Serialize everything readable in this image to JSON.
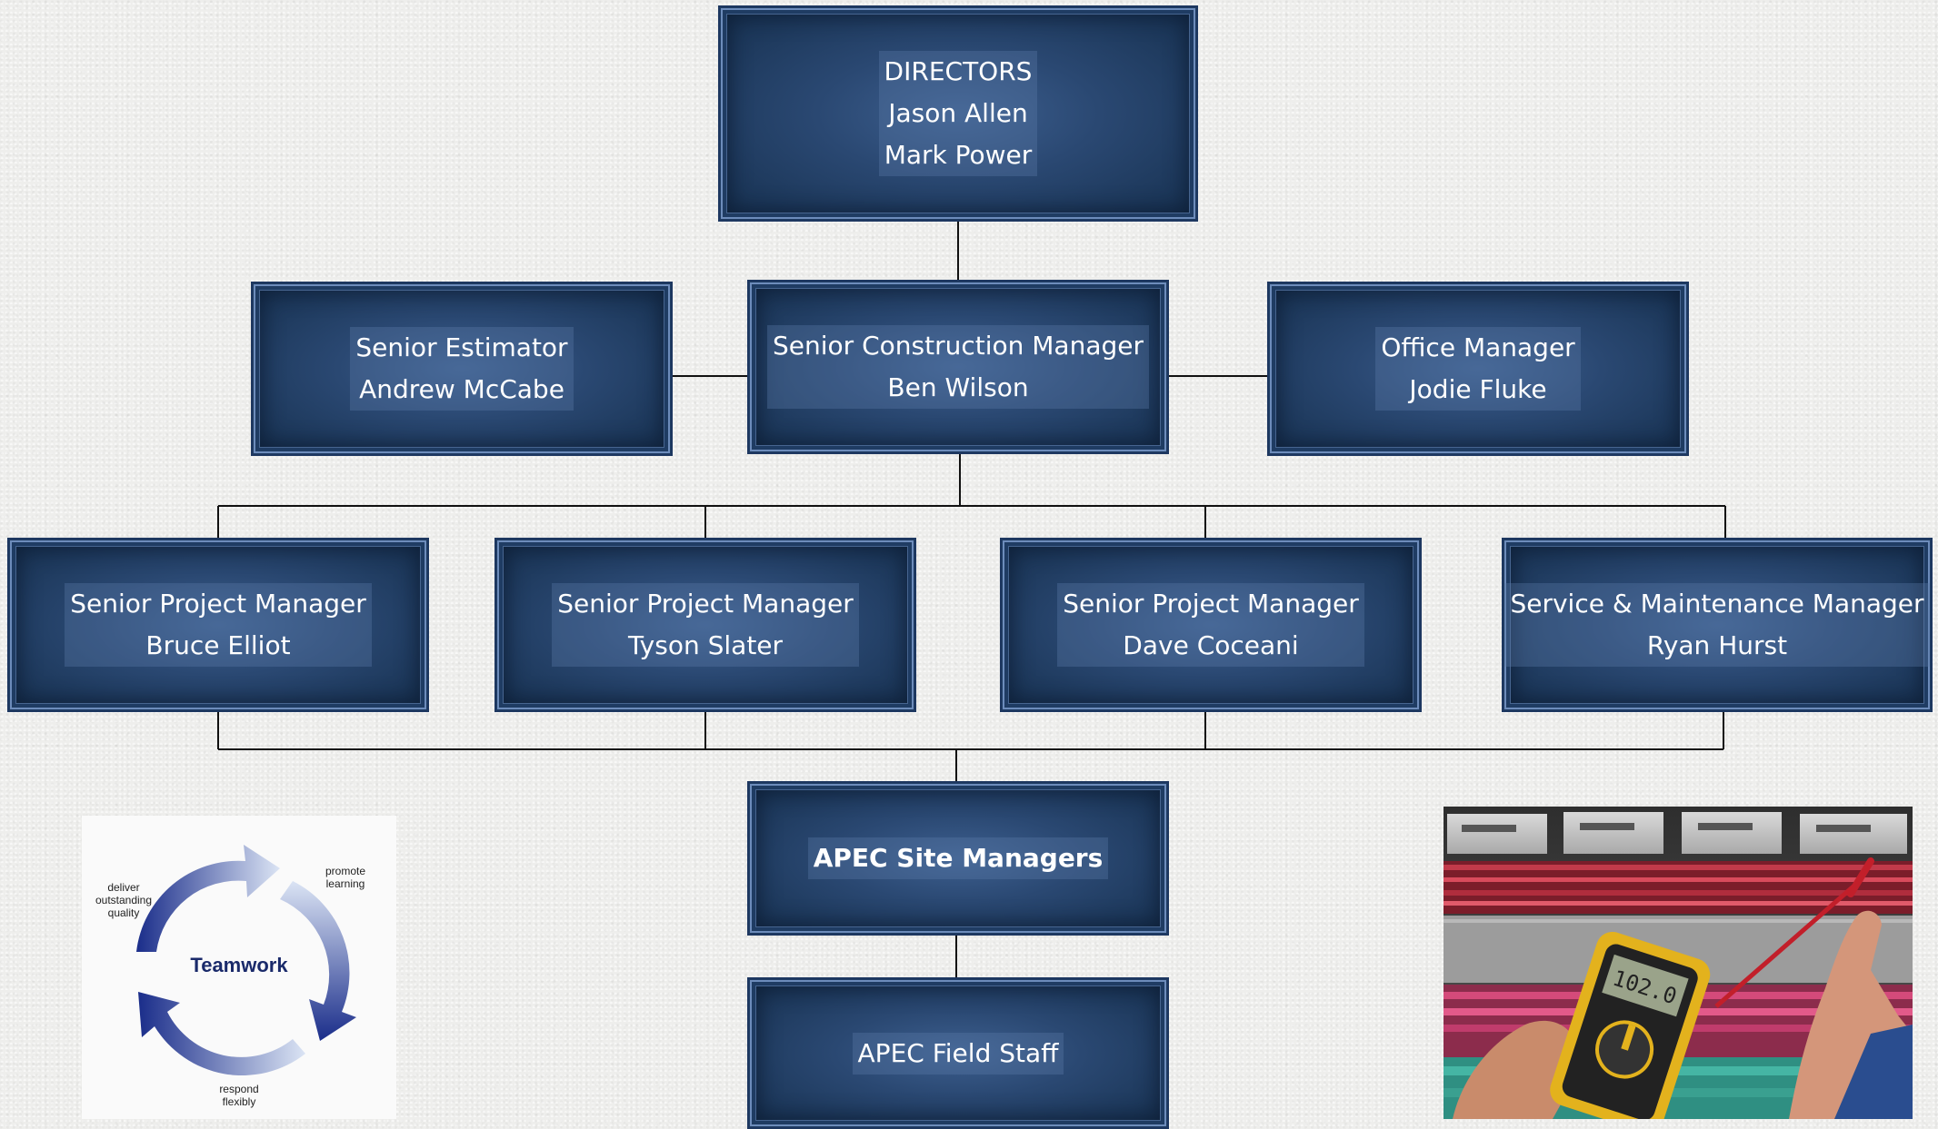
{
  "org_chart": {
    "directors": {
      "lines": [
        "DIRECTORS",
        "Jason Allen",
        "Mark Power"
      ]
    },
    "senior_construction_manager": {
      "title": "Senior Construction Manager",
      "name": "Ben Wilson"
    },
    "senior_estimator": {
      "title": "Senior Estimator",
      "name": "Andrew McCabe"
    },
    "office_manager": {
      "title": "Office Manager",
      "name": "Jodie Fluke"
    },
    "project_managers": [
      {
        "title": "Senior Project Manager",
        "name": "Bruce Elliot"
      },
      {
        "title": "Senior Project Manager",
        "name": "Tyson Slater"
      },
      {
        "title": "Senior Project Manager",
        "name": "Dave Coceani"
      }
    ],
    "service_manager": {
      "title": "Service & Maintenance Manager",
      "name": "Ryan Hurst"
    },
    "site_managers": {
      "label": "APEC Site Managers"
    },
    "field_staff": {
      "label": "APEC Field Staff"
    }
  },
  "teamwork_graphic": {
    "center_label": "Teamwork",
    "labels": {
      "top_left": [
        "deliver",
        "outstanding",
        "quality"
      ],
      "top_right": [
        "promote",
        "learning"
      ],
      "bottom": [
        "respond",
        "flexibly"
      ]
    },
    "colors": {
      "arrow_dark": "#1a2d8a",
      "arrow_light": "#d8e2f2"
    }
  },
  "photo": {
    "subject": "multimeter-testing-electrical-panel",
    "meter_reading": "102.0"
  },
  "colors": {
    "box_fill": "#2a4872",
    "box_border": "#6d8cbb",
    "connector": "#000000",
    "text": "#ffffff"
  }
}
